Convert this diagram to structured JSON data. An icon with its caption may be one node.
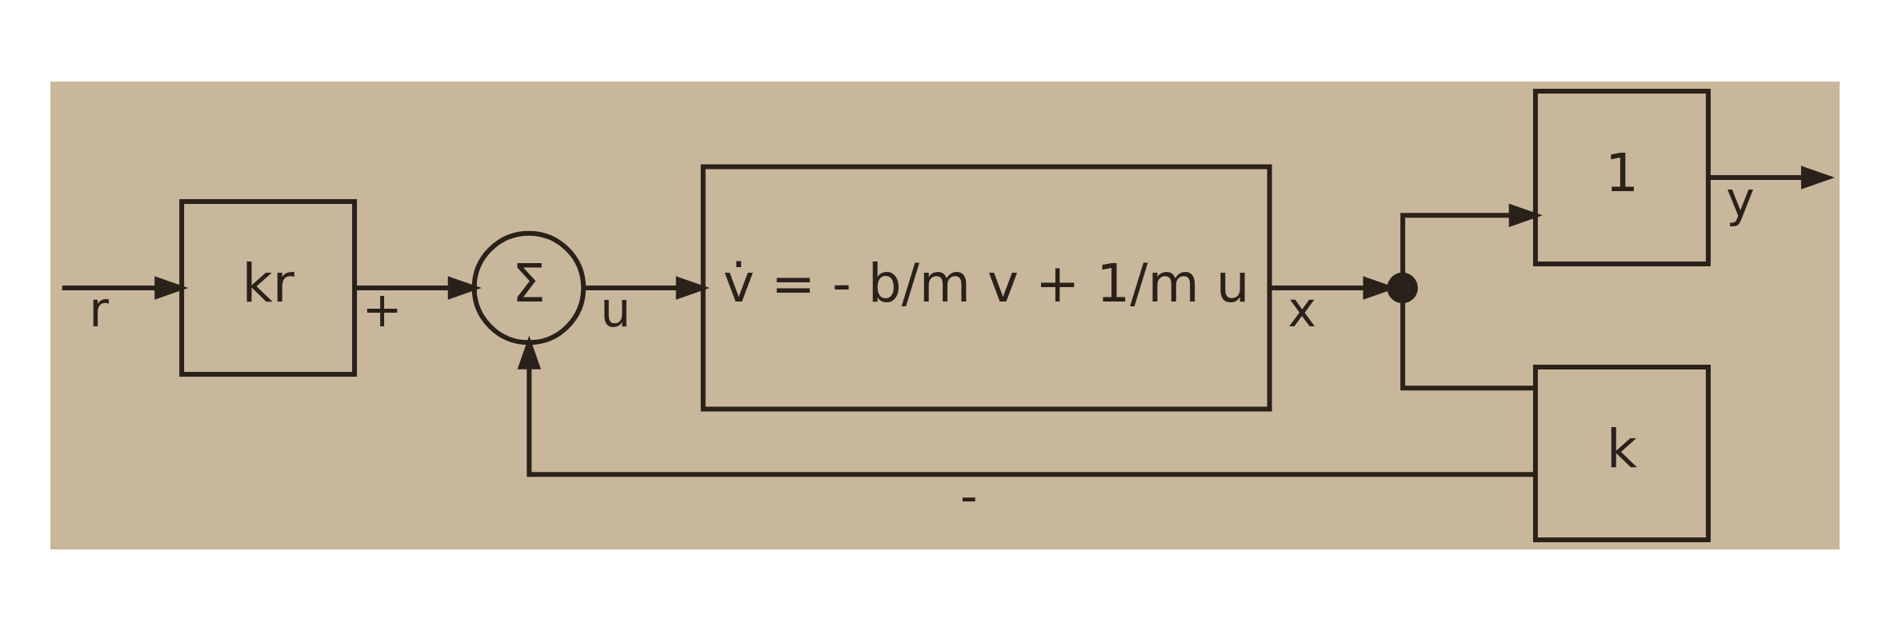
{
  "diagram": {
    "nodes": [
      {
        "text": [
          "kr"
        ]
      },
      {
        "text": [
          "Σ"
        ]
      },
      {
        "text": [
          "v̇ = - b/m v + 1/m u"
        ]
      },
      {
        "text": [],
        "shape": "circle"
      },
      {
        "text": [
          "1"
        ]
      },
      {
        "text": [
          "k"
        ]
      }
    ],
    "edges": [
      {
        "from": null,
        "to": 0,
        "arrow": "to",
        "label": "r"
      },
      {
        "from": 0,
        "to": 1,
        "arrow": "to",
        "label": "+"
      },
      {
        "from": 1,
        "to": 2,
        "arrow": "to",
        "label": "u"
      },
      {
        "from": 2,
        "to": 3,
        "arrow": "to",
        "label": "x"
      },
      {
        "from": 3,
        "to": 4,
        "arrow": "to"
      },
      {
        "from": 4,
        "to": null,
        "arrow": "to",
        "label": "y"
      },
      {
        "from": 3,
        "to": 5,
        "arrow": "none"
      },
      {
        "from": 5,
        "to": 1,
        "arrow": "to",
        "label": "-"
      }
    ]
  }
}
